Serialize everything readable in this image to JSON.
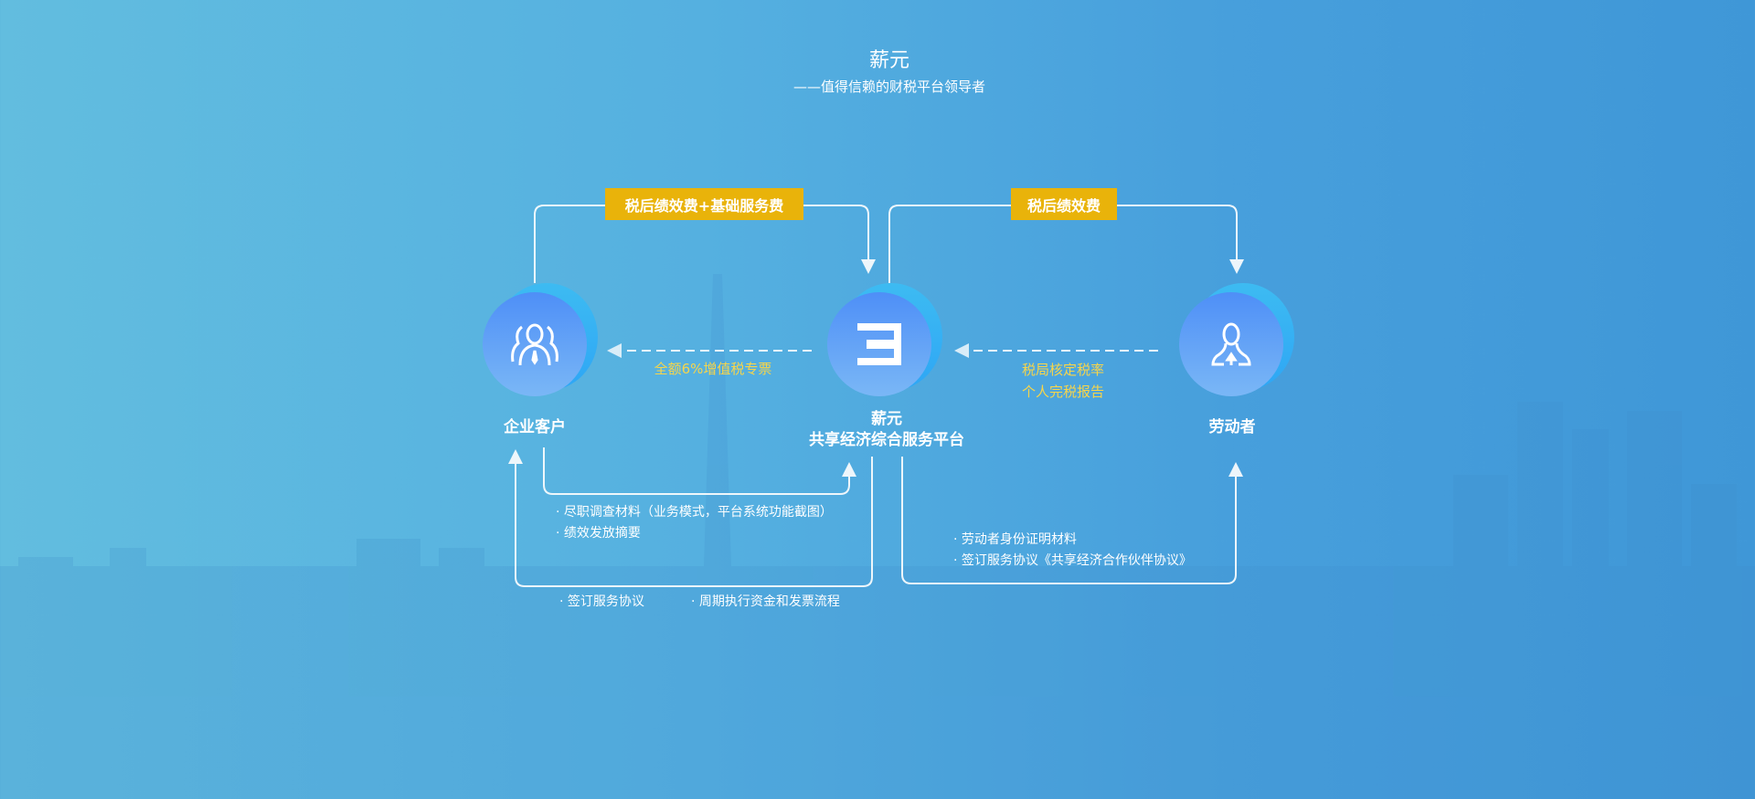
{
  "header": {
    "title": "薪元",
    "subtitle": "——值得信赖的财税平台领导者"
  },
  "tags": {
    "left": "税后绩效费+基础服务费",
    "right": "税后绩效费"
  },
  "nodes": {
    "enterprise": {
      "label": "企业客户",
      "icon": "people-group-icon"
    },
    "platform": {
      "label_line1": "薪元",
      "label_line2": "共享经济综合服务平台",
      "icon": "platform-logo-icon"
    },
    "worker": {
      "label": "劳动者",
      "icon": "person-icon"
    }
  },
  "flows": {
    "invoice": "全额6%增值税专票",
    "tax_line1": "税局核定税率",
    "tax_line2": "个人完税报告"
  },
  "notes": {
    "enterprise_to_platform": [
      "· 尽职调查材料（业务模式，平台系统功能截图）",
      "· 绩效发放摘要"
    ],
    "platform_to_enterprise": [
      "· 签订服务协议",
      "· 周期执行资金和发票流程"
    ],
    "platform_worker": [
      "· 劳动者身份证明材料",
      "· 签订服务协议《共享经济合作伙伴协议》"
    ]
  },
  "colors": {
    "tag": "#e9b30a",
    "yellow_text": "#f7d54a",
    "line": "#ffffff"
  }
}
